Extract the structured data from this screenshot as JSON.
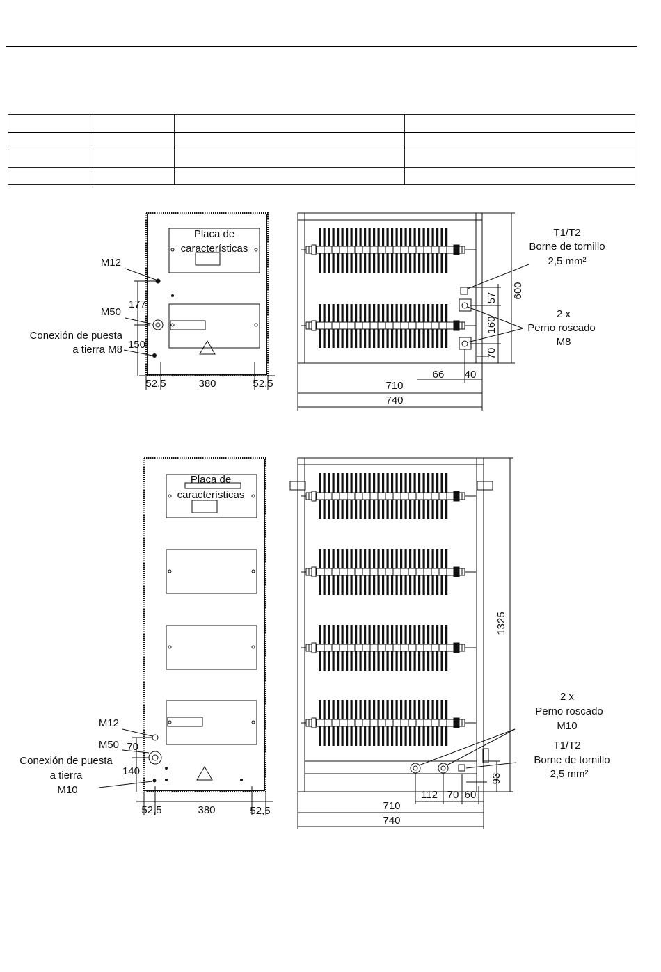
{
  "spec_table": {
    "rows": [
      [
        "",
        "",
        "",
        ""
      ],
      [
        "",
        "",
        "",
        ""
      ],
      [
        "",
        "",
        "",
        ""
      ],
      [
        "",
        "",
        "",
        ""
      ]
    ]
  },
  "drawing_top": {
    "front": {
      "plate_label_line1": "Placa de",
      "plate_label_line2": "características",
      "m12": "M12",
      "m50": "M50",
      "earth_line1": "Conexión de puesta",
      "earth_line2": "a tierra M8",
      "dim_177": "177",
      "dim_150": "150",
      "dim_left": "52,5",
      "dim_mid": "380",
      "dim_right": "52,5"
    },
    "side": {
      "terminal_line1": "T1/T2",
      "terminal_line2": "Borne de tornillo",
      "terminal_line3": "2,5 mm²",
      "bolt_line1": "2 x",
      "bolt_line2": "Perno roscado",
      "bolt_line3": "M8",
      "dim_600": "600",
      "dim_57": "57",
      "dim_160": "160",
      "dim_70": "70",
      "dim_66": "66",
      "dim_40": "40",
      "dim_710": "710",
      "dim_740": "740"
    }
  },
  "drawing_bottom": {
    "front": {
      "plate_label_line1": "Placa de",
      "plate_label_line2": "características",
      "m12": "M12",
      "m50": "M50",
      "earth_line1": "Conexión de puesta",
      "earth_line2": "a tierra",
      "earth_line3": "M10",
      "dim_70": "70",
      "dim_140": "140",
      "dim_left": "52,5",
      "dim_mid": "380",
      "dim_right": "52,5"
    },
    "side": {
      "bolt_line1": "2 x",
      "bolt_line2": "Perno roscado",
      "bolt_line3": "M10",
      "terminal_line1": "T1/T2",
      "terminal_line2": "Borne de tornillo",
      "terminal_line3": "2,5 mm²",
      "dim_1325": "1325",
      "dim_93": "93",
      "dim_112": "112",
      "dim_70": "70",
      "dim_60": "60",
      "dim_710": "710",
      "dim_740": "740"
    }
  }
}
